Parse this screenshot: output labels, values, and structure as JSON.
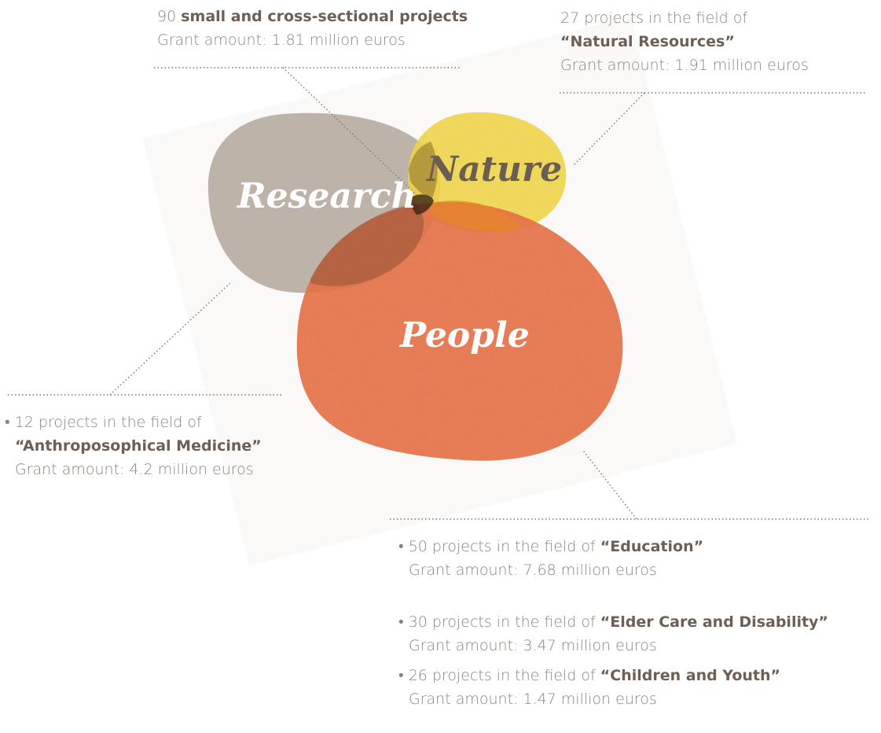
{
  "circles": {
    "research": {
      "label": "Research",
      "color": "#b7ab9f"
    },
    "nature": {
      "label": "Nature",
      "color": "#f2d52e"
    },
    "people": {
      "label": "People",
      "color": "#e8652a"
    }
  },
  "annotations": {
    "small_projects": {
      "prefix": "90 ",
      "highlight": "small and cross-sectional projects",
      "grant": "Grant amount: 1.81 million euros"
    },
    "natural_resources": {
      "prefix": "27 projects in the field of",
      "highlight": "“Natural Resources”",
      "grant": "Grant amount: 1.91 million euros"
    },
    "anthroposophical_medicine": {
      "bullet": "•",
      "prefix": " 12 projects in the field of",
      "highlight": "“Anthroposophical Medicine”",
      "grant": "Grant amount: 4.2 million euros"
    },
    "people_fields": [
      {
        "bullet": "•",
        "prefix": " 50 projects in the field of ",
        "highlight": "“Education”",
        "grant": "Grant amount: 7.68 million euros"
      },
      {
        "bullet": "•",
        "prefix": " 30 projects in the field of ",
        "highlight": "“Elder Care and Disability”",
        "grant": "Grant amount: 3.47 million euros"
      },
      {
        "bullet": "•",
        "prefix": " 26 projects in the field of ",
        "highlight": "“Children and Youth”",
        "grant": "Grant amount: 1.47 million euros"
      }
    ]
  },
  "colors": {
    "leader_line": "#7c746c",
    "highlight_text": "#6d5f54",
    "body_text": "#8a837c"
  }
}
